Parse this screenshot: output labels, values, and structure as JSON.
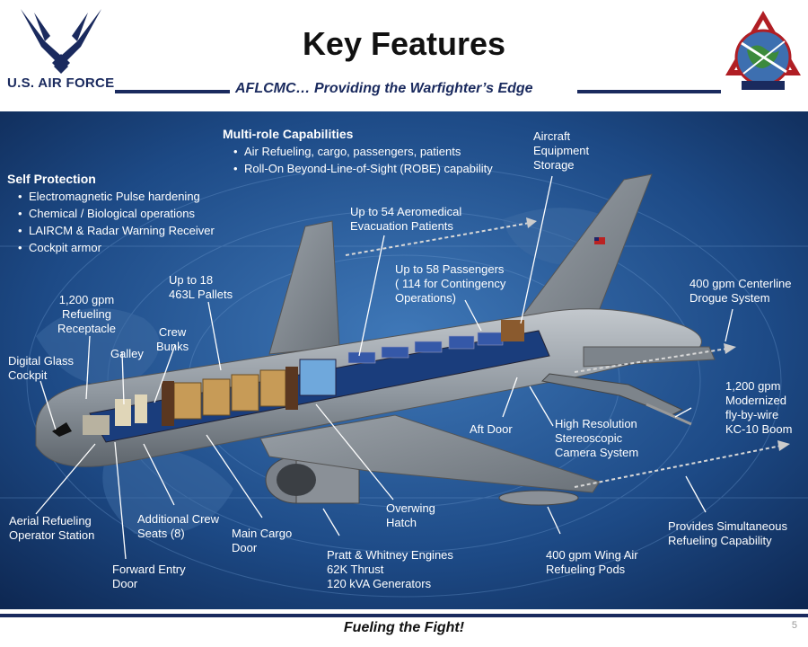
{
  "header": {
    "brand_text": "U.S. AIR FORCE",
    "title": "Key Features",
    "tagline": "AFLCMC… Providing the Warfighter’s Edge",
    "left_logo_icon": "air-force-symbol-icon",
    "right_logo_icon": "tanker-directorate-emblem-icon"
  },
  "blocks": {
    "multirole": {
      "heading": "Multi-role Capabilities",
      "items": [
        "Air Refueling, cargo, passengers, patients",
        "Roll-On Beyond-Line-of-Sight  (ROBE) capability"
      ]
    },
    "self_protection": {
      "heading": "Self Protection",
      "items": [
        "Electromagnetic Pulse hardening",
        "Chemical / Biological operations",
        "LAIRCM & Radar Warning Receiver",
        "Cockpit armor"
      ]
    }
  },
  "callouts": {
    "aircraft_equipment_storage": "Aircraft\nEquipment\nStorage",
    "aeromedical": "Up to 54 Aeromedical\nEvacuation Patients",
    "passengers": "Up to 58 Passengers\n( 114 for Contingency\nOperations)",
    "pallets": "Up to 18\n463L Pallets",
    "refueling_receptacle": "1,200 gpm\nRefueling\nReceptacle",
    "centerline_drogue": "400 gpm Centerline\nDrogue System",
    "digital_cockpit": "Digital Glass\nCockpit",
    "galley": "Galley",
    "crew_bunks": "Crew\nBunks",
    "kc10_boom": "1,200 gpm\nModernized\nfly-by-wire\nKC-10 Boom",
    "aft_door": "Aft Door",
    "camera_system": "High Resolution\nStereoscopic\nCamera System",
    "aerial_refueling_operator": "Aerial Refueling\nOperator Station",
    "additional_crew_seats": "Additional Crew\nSeats  (8)",
    "main_cargo_door": "Main Cargo\nDoor",
    "overwing_hatch": "Overwing\nHatch",
    "simultaneous_refueling": "Provides Simultaneous\nRefueling Capability",
    "forward_entry_door": "Forward Entry\nDoor",
    "engines": "Pratt & Whitney Engines\n62K Thrust\n120 kVA Generators",
    "wing_pods": "400 gpm Wing Air\nRefueling Pods"
  },
  "footer": {
    "slogan": "Fueling the Fight!",
    "page_number": "5"
  },
  "colors": {
    "navy": "#1a2a5e",
    "background_blue": "#1d4a86",
    "fuselage_gray": "#8e969e"
  }
}
